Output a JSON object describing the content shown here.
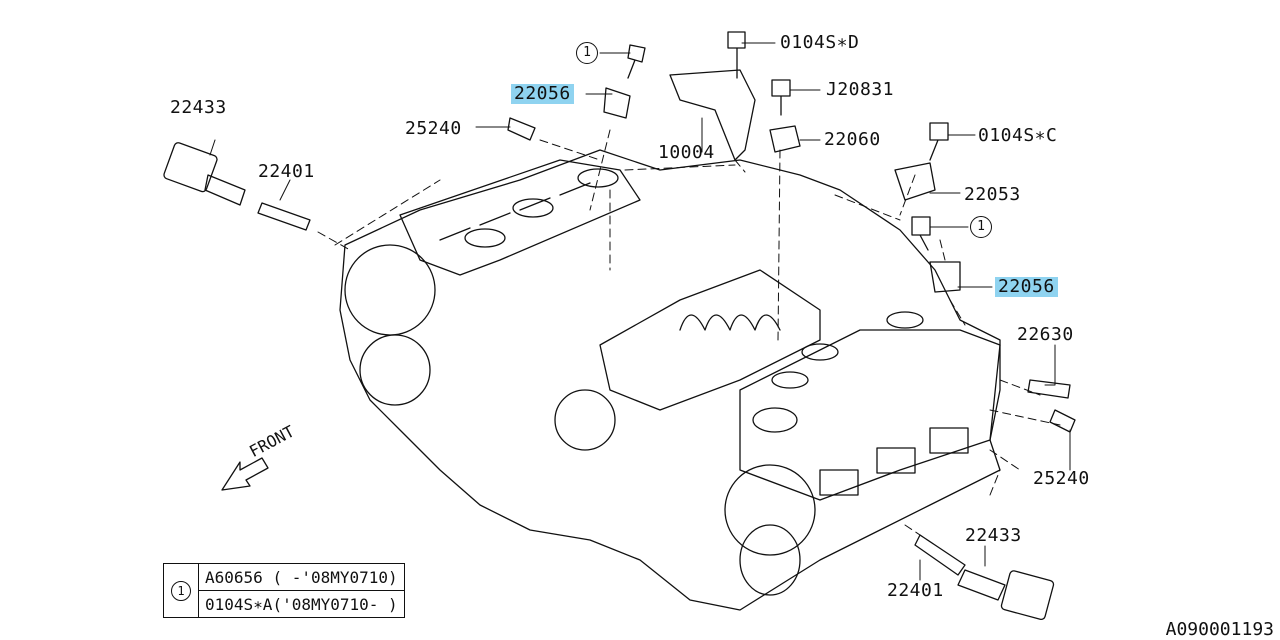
{
  "labels": {
    "sensor_22433_left": "22433",
    "sparkplug_22401_left": "22401",
    "sensor_25240_top": "25240",
    "sensor_22056_top": "22056",
    "bracket_10004": "10004",
    "bolt_0104sd": "0104S∗D",
    "bolt_j20831": "J20831",
    "sensor_22060": "22060",
    "bolt_0104sc": "0104S∗C",
    "sensor_22053": "22053",
    "sensor_22056_right": "22056",
    "sensor_22630": "22630",
    "sensor_25240_right": "25240",
    "sensor_22433_right": "22433",
    "sparkplug_22401_right": "22401"
  },
  "ref_mark": "1",
  "front_text": "FRONT",
  "legend": {
    "ref": "1",
    "rows": [
      {
        "part": "A60656",
        "range": "( -'08MY0710)"
      },
      {
        "part": "0104S∗A",
        "range": "('08MY0710- )"
      }
    ]
  },
  "doc_id": "A090001193",
  "colors": {
    "highlight": "#8fd3f0",
    "ink": "#111111"
  }
}
